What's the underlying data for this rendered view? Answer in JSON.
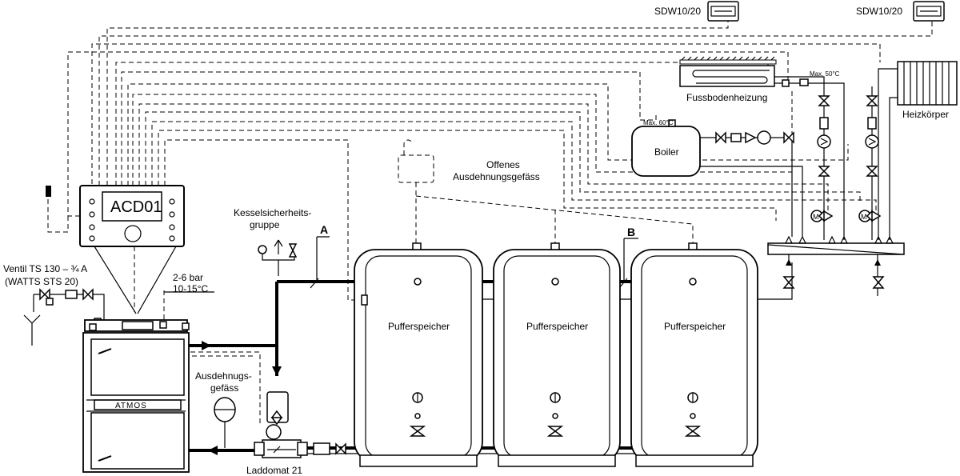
{
  "labels": {
    "sdw_left": "SDW10/20",
    "sdw_right": "SDW10/20",
    "controller": "ACD01",
    "floor_heating": "Fussbodenheizung",
    "floor_max": "Max. 50°C",
    "radiator": "Heizkörper",
    "boiler": "Boiler",
    "boiler_max": "Max. 60°C",
    "expansion_open_1": "Offenes",
    "expansion_open_2": "Ausdehnungsgefäss",
    "safety_group_1": "Kesselsicherheits-",
    "safety_group_2": "gruppe",
    "mark_a": "A",
    "mark_b": "B",
    "valve_1": "Ventil TS 130 – ¾ A",
    "valve_2": "(WATTS STS 20)",
    "pressure_1": "2-6 bar",
    "pressure_2": "10-15°C",
    "tank_1": "Pufferspeicher",
    "tank_2": "Pufferspeicher",
    "tank_3": "Pufferspeicher",
    "expansion_vessel_1": "Ausdehnugs-",
    "expansion_vessel_2": "gefäss",
    "brand": "ATMOS",
    "laddomat": "Laddomat 21"
  },
  "icons": [
    "display-icon",
    "radiator-icon",
    "floor-heating-icon",
    "pump-icon",
    "valve-icon",
    "motor-valve-icon",
    "thermometer-icon",
    "sensor-icon",
    "pressure-gauge-icon",
    "safety-valve-icon",
    "filter-icon"
  ]
}
